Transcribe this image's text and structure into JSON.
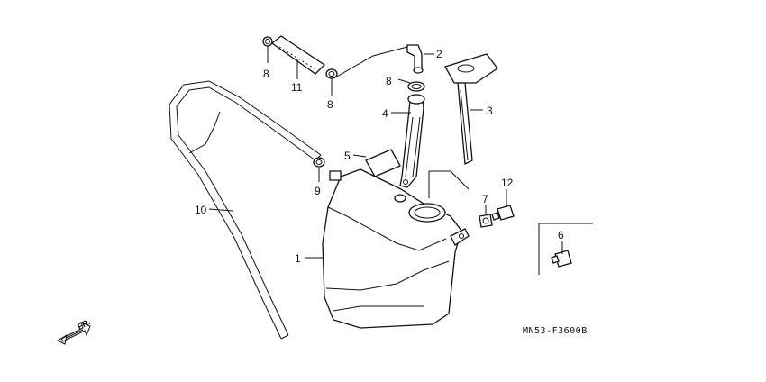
{
  "callouts": {
    "c1": "1",
    "c2": "2",
    "c3": "3",
    "c4": "4",
    "c5": "5",
    "c6": "6",
    "c7": "7",
    "c8a": "8",
    "c8b": "8",
    "c8c": "8",
    "c9": "9",
    "c10": "10",
    "c11": "11",
    "c12": "12"
  },
  "diagram_code": "MN53-F3600B",
  "direction_label": "FR."
}
